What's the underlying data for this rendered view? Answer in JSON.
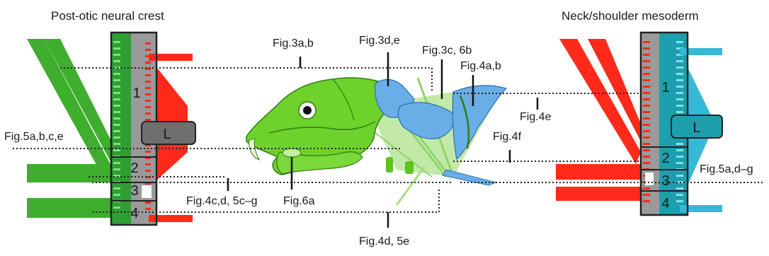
{
  "headers": {
    "left": "Post-otic neural crest",
    "right": "Neck/shoulder mesoderm"
  },
  "left_column": {
    "segment_1": "1",
    "segment_2": "2",
    "segment_3": "3",
    "segment_4": "4",
    "level_marker": "L"
  },
  "right_column": {
    "segment_1": "1",
    "segment_2": "2",
    "segment_3": "3",
    "segment_4": "4",
    "level_marker": "L"
  },
  "figure_labels": {
    "fig3ab": "Fig.3a,b",
    "fig3de": "Fig.3d,e",
    "fig3c6b": "Fig.3c, 6b",
    "fig4ab": "Fig.4a,b",
    "fig4e": "Fig.4e",
    "fig4f": "Fig.4f",
    "fig5abce": "Fig.5a,b,c,e",
    "fig5adg": "Fig.5a,d–g",
    "fig4cd5cg": "Fig.4c,d, 5c–g",
    "fig6a": "Fig.6a",
    "fig4d5e": "Fig.4d, 5e"
  },
  "colors": {
    "neural_crest_green": "#3fae2e",
    "dark_green": "#1f7d22",
    "mesoderm_red": "#ff2a1a",
    "mesoderm_cyan": "#36b9d6",
    "bone_blue": "#6aaee8",
    "gray_bar": "#8c8c8c",
    "skull_green": "#6fd12c"
  }
}
